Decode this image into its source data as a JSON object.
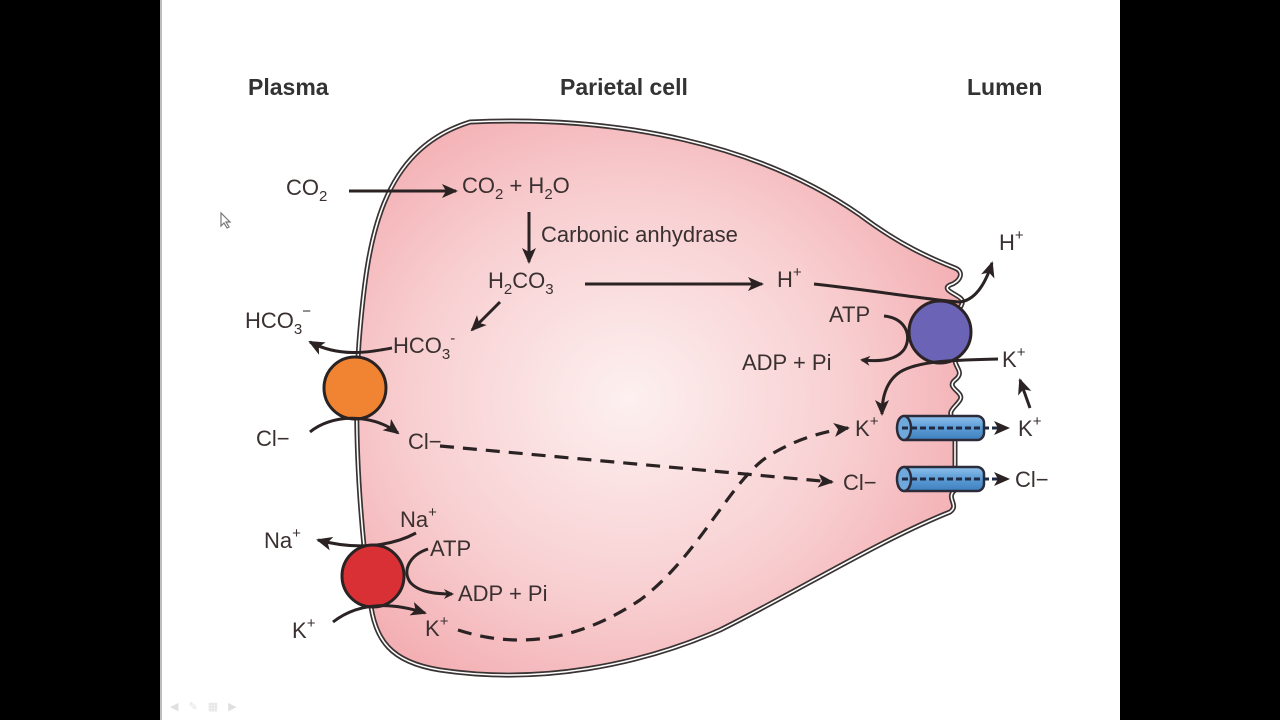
{
  "headers": {
    "plasma": "Plasma",
    "cell": "Parietal cell",
    "lumen": "Lumen"
  },
  "reaction": {
    "co2_plasma": "CO",
    "co2_plasma_sub": "2",
    "co2_h2o": [
      "CO",
      "2",
      " + H",
      "2",
      "O"
    ],
    "enzyme": "Carbonic anhydrase",
    "h2co3": [
      "H",
      "2",
      "CO",
      "3"
    ],
    "h_cell": "H",
    "h_cell_sup": "+",
    "h_lumen": "H",
    "h_lumen_sup": "+"
  },
  "anion_exchanger": {
    "color": "#f08432",
    "hco3_out": [
      "HCO",
      "3",
      "−"
    ],
    "hco3_in": [
      "HCO",
      "3",
      "-"
    ],
    "cl_out": "Cl−",
    "cl_in": "Cl−"
  },
  "proton_pump": {
    "color": "#6b63b5",
    "atp": "ATP",
    "adp": "ADP + Pi",
    "k_lumen": "K",
    "k_lumen_sup": "+"
  },
  "channels": {
    "color": "#5b9bd5",
    "k_in": "K",
    "k_in_sup": "+",
    "k_out": "K",
    "k_out_sup": "+",
    "cl_in": "Cl−",
    "cl_out": "Cl−"
  },
  "na_k_pump": {
    "color": "#d93036",
    "na_in": "Na",
    "na_in_sup": "+",
    "na_out": "Na",
    "na_out_sup": "+",
    "atp": "ATP",
    "adp": "ADP + Pi",
    "k_out": "K",
    "k_out_sup": "+",
    "k_in": "K",
    "k_in_sup": "+"
  },
  "cell_fill_color": "#f5b8bb",
  "slide_controls": [
    "◀",
    "✎",
    "▦",
    "▶"
  ]
}
